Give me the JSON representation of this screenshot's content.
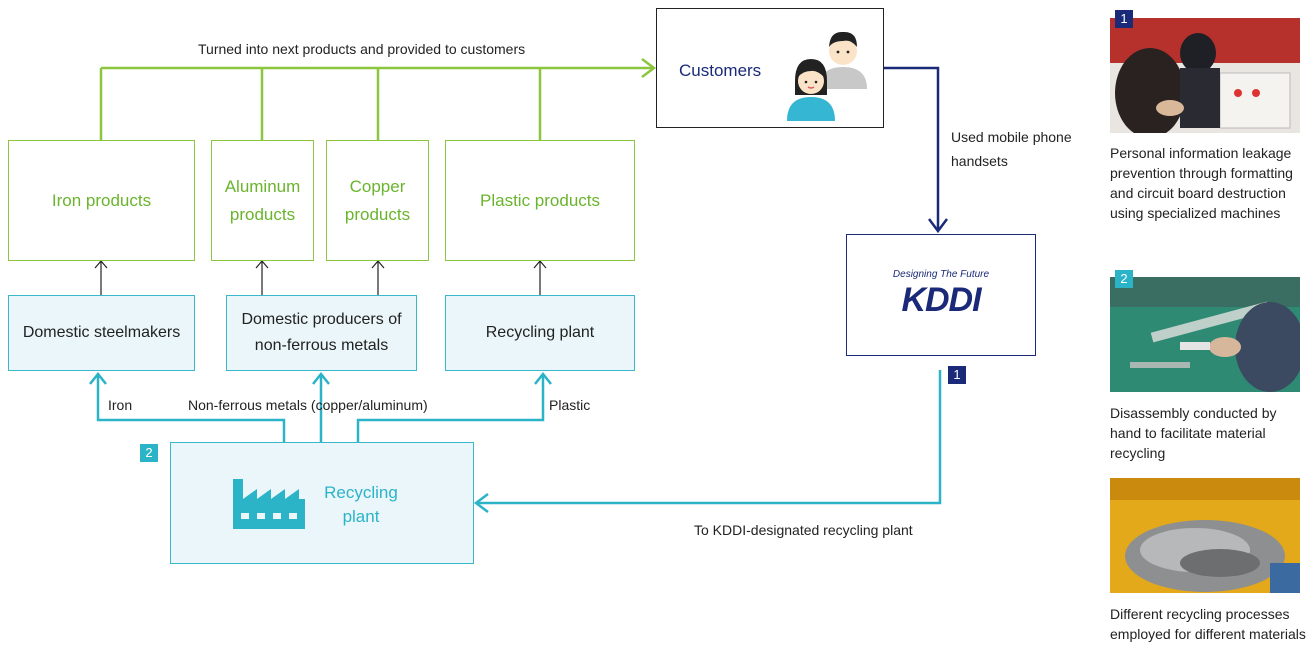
{
  "top_flow_label": "Turned into next products and provided to customers",
  "customers": {
    "label": "Customers"
  },
  "used_handsets_label": "Used mobile phone handsets",
  "kddi": {
    "tagline": "Designing The Future",
    "logo_text": "KDDI"
  },
  "products": {
    "iron": "Iron products",
    "aluminum": "Aluminum products",
    "copper": "Copper products",
    "plastic": "Plastic products"
  },
  "processors": {
    "steelmakers": "Domestic steelmakers",
    "nonferrous": "Domestic producers of non-ferrous metals",
    "recycling": "Recycling plant"
  },
  "flow_labels": {
    "iron": "Iron",
    "nonferrous": "Non-ferrous metals (copper/aluminum)",
    "plastic": "Plastic",
    "to_plant": "To KDDI-designated recycling plant"
  },
  "recycling_plant": {
    "label": "Recycling plant"
  },
  "badges": {
    "one": "1",
    "two": "2"
  },
  "photos": [
    {
      "badge": "1",
      "caption": "Personal information leakage prevention through formatting and circuit board destruction using specialized machines"
    },
    {
      "badge": "2",
      "caption": "Disassembly conducted by hand to facilitate material recycling"
    },
    {
      "badge": "",
      "caption": "Different recycling processes employed for different materials"
    }
  ],
  "colors": {
    "green": "#8cc63f",
    "cyan": "#2bb4c8",
    "navy": "#1a2a78",
    "text_green": "#6ab42d"
  }
}
